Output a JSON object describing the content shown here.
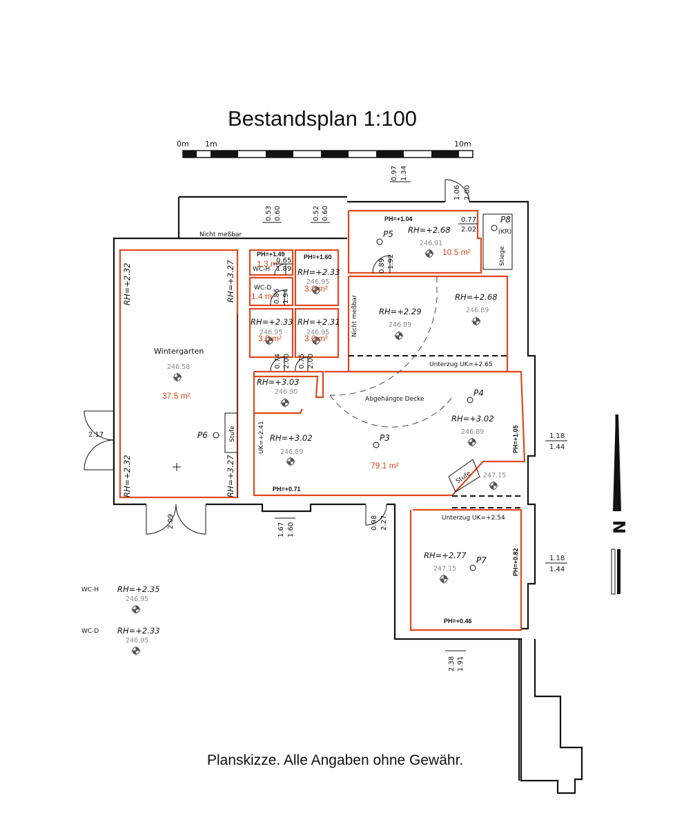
{
  "title": "Bestandsplan   1:100",
  "scale_bar": {
    "label_0": "0m",
    "label_1": "1m",
    "label_10": "10m"
  },
  "footer": "Planskizze. Alle Angaben ohne Gewähr.",
  "labels": {
    "nicht_messbar_top": "Nicht meßbar",
    "nicht_messbar_side": "Nicht meßbar",
    "stiege": "Stiege",
    "stufe_left": "Stufe",
    "stufe_right": "Stufe",
    "abgehaengte_decke": "Abgehängte Decke",
    "unterzug_top": "Unterzug UK=+2.65",
    "unterzug_bottom": "Unterzug  UK=+2.54",
    "uk_left": "UK=+2.41",
    "wc_h": "WC-H",
    "wc_d": "WC-D"
  },
  "rooms": {
    "wintergarten": {
      "name": "Wintergarten",
      "elev": "246.58",
      "area": "37.5 m²",
      "rh_left_top": "RH=+2.32",
      "rh_left_bottom": "RH=+2.32",
      "rh_right_top": "RH=+3.27",
      "rh_right_bottom": "RH=+3.27"
    },
    "wc_h": {
      "ph": "PH=+1.49",
      "area": "1.3 m²",
      "d1": "0.65",
      "d2": "1.89"
    },
    "wc_d": {
      "area": "1.4 m²",
      "d1": "0.86",
      "d2": "1.94"
    },
    "room_a": {
      "ph": "PH=+1.60",
      "rh": "RH=+2.33",
      "elev": "246.95",
      "area": "3.0 m²"
    },
    "room_b": {
      "rh": "RH=+2.33",
      "elev": "246.95",
      "area": "3.0 m²"
    },
    "room_c": {
      "rh": "RH=+2.31",
      "elev": "246.95",
      "area": "3.0 m²"
    },
    "room_p5": {
      "ph": "PH=+1.04",
      "rh": "RH=+2.68",
      "elev": "246.91",
      "area": "10.5 m²",
      "d1": "0.77",
      "d2": "2.02"
    },
    "room_hall_left": {
      "rh": "RH=+2.29",
      "elev": "246.89"
    },
    "room_hall_right": {
      "rh": "RH=+2.68",
      "elev": "246.89"
    },
    "room_small": {
      "rh": "RH=+3.03",
      "elev": "246.90"
    },
    "room_p3": {
      "rh_left": "RH=+3.02",
      "elev_left": "246.89",
      "rh_right": "RH=+3.02",
      "elev_right": "246.89",
      "area": "79.1 m²",
      "ph_bottom": "PH=+0.71",
      "ph_right": "PH=+1.05",
      "elev_step": "247.15"
    },
    "room_p7": {
      "rh": "RH=+2.77",
      "elev": "247.15",
      "ph_bottom": "PH=+0.46",
      "ph_right": "PH=+0.82"
    }
  },
  "points": {
    "p3": "P3",
    "p4": "P4",
    "p5": "P5",
    "p6": "P6",
    "p7": "P7",
    "p8": "P8",
    "p8_sub": "(KR)"
  },
  "dimensions": {
    "top_w1a": "0.53",
    "top_w1b": "0.60",
    "top_w2a": "0.52",
    "top_w2b": "0.60",
    "top_w3a": "0.97",
    "top_w3b": "1.34",
    "top_door_a": "1.06",
    "top_door_b": "2.00",
    "door_left": "2.17",
    "door_bottom_left": "2.09",
    "bottom_w1a": "1.67",
    "bottom_w1b": "1.60",
    "bottom_door_a": "0.98",
    "bottom_door_b": "2.27",
    "bottom_w2a": "2.38",
    "bottom_w2b": "1.91",
    "right_w1a": "1.18",
    "right_w1b": "1.44",
    "right_w2a": "1.18",
    "right_w2b": "1.44",
    "inner_door1a": "0.74",
    "inner_door1b": "2.00",
    "inner_door2a": "0.75",
    "inner_door2b": "2.00",
    "p5_door_a": "0.89",
    "p5_door_b": "1.92"
  },
  "legend": {
    "wc_h_label": "WC-H",
    "wc_h_rh": "RH=+2.35",
    "wc_h_elev": "246.95",
    "wc_d_label": "WC-D",
    "wc_d_rh": "RH=+2.33",
    "wc_d_elev": "246.95"
  },
  "north": "N",
  "colors": {
    "room_outline": "#e0461b",
    "wall": "#111111",
    "area_text": "#d8461b",
    "elev_text": "#8a8a8a"
  }
}
